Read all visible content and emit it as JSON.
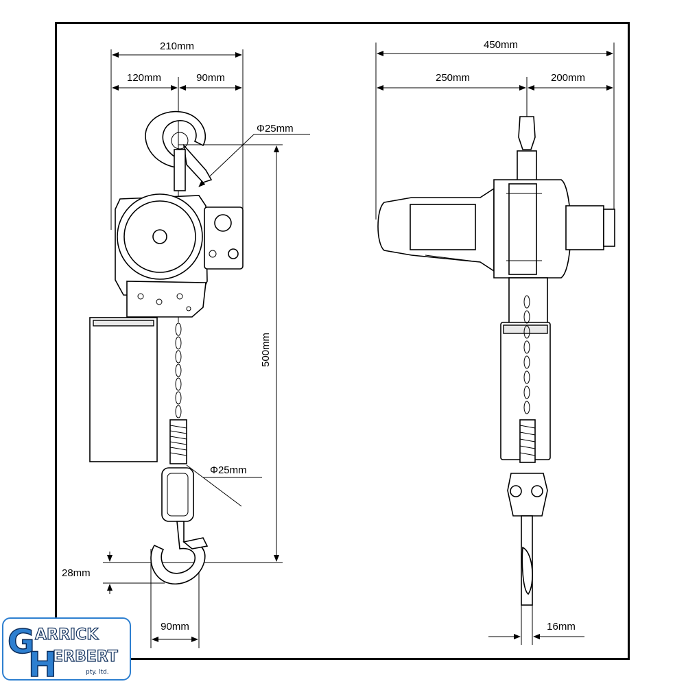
{
  "dimensions": {
    "left_total_width": "210mm",
    "left_hook_offset": "120mm",
    "left_body_offset": "90mm",
    "top_hook_diameter": "Φ25mm",
    "overall_height": "500mm",
    "bottom_hook_diameter": "Φ25mm",
    "hook_throat_depth": "28mm",
    "hook_width": "90mm",
    "right_total_width": "450mm",
    "right_motor_length": "250mm",
    "right_gear_length": "200mm",
    "chain_offset": "16mm"
  },
  "logo": {
    "letter_g": "G",
    "letter_h": "H",
    "line1": "ARRICK",
    "line2": "ERBERT",
    "suffix": "pty. ltd.",
    "brand_color": "#2d7fd0"
  }
}
